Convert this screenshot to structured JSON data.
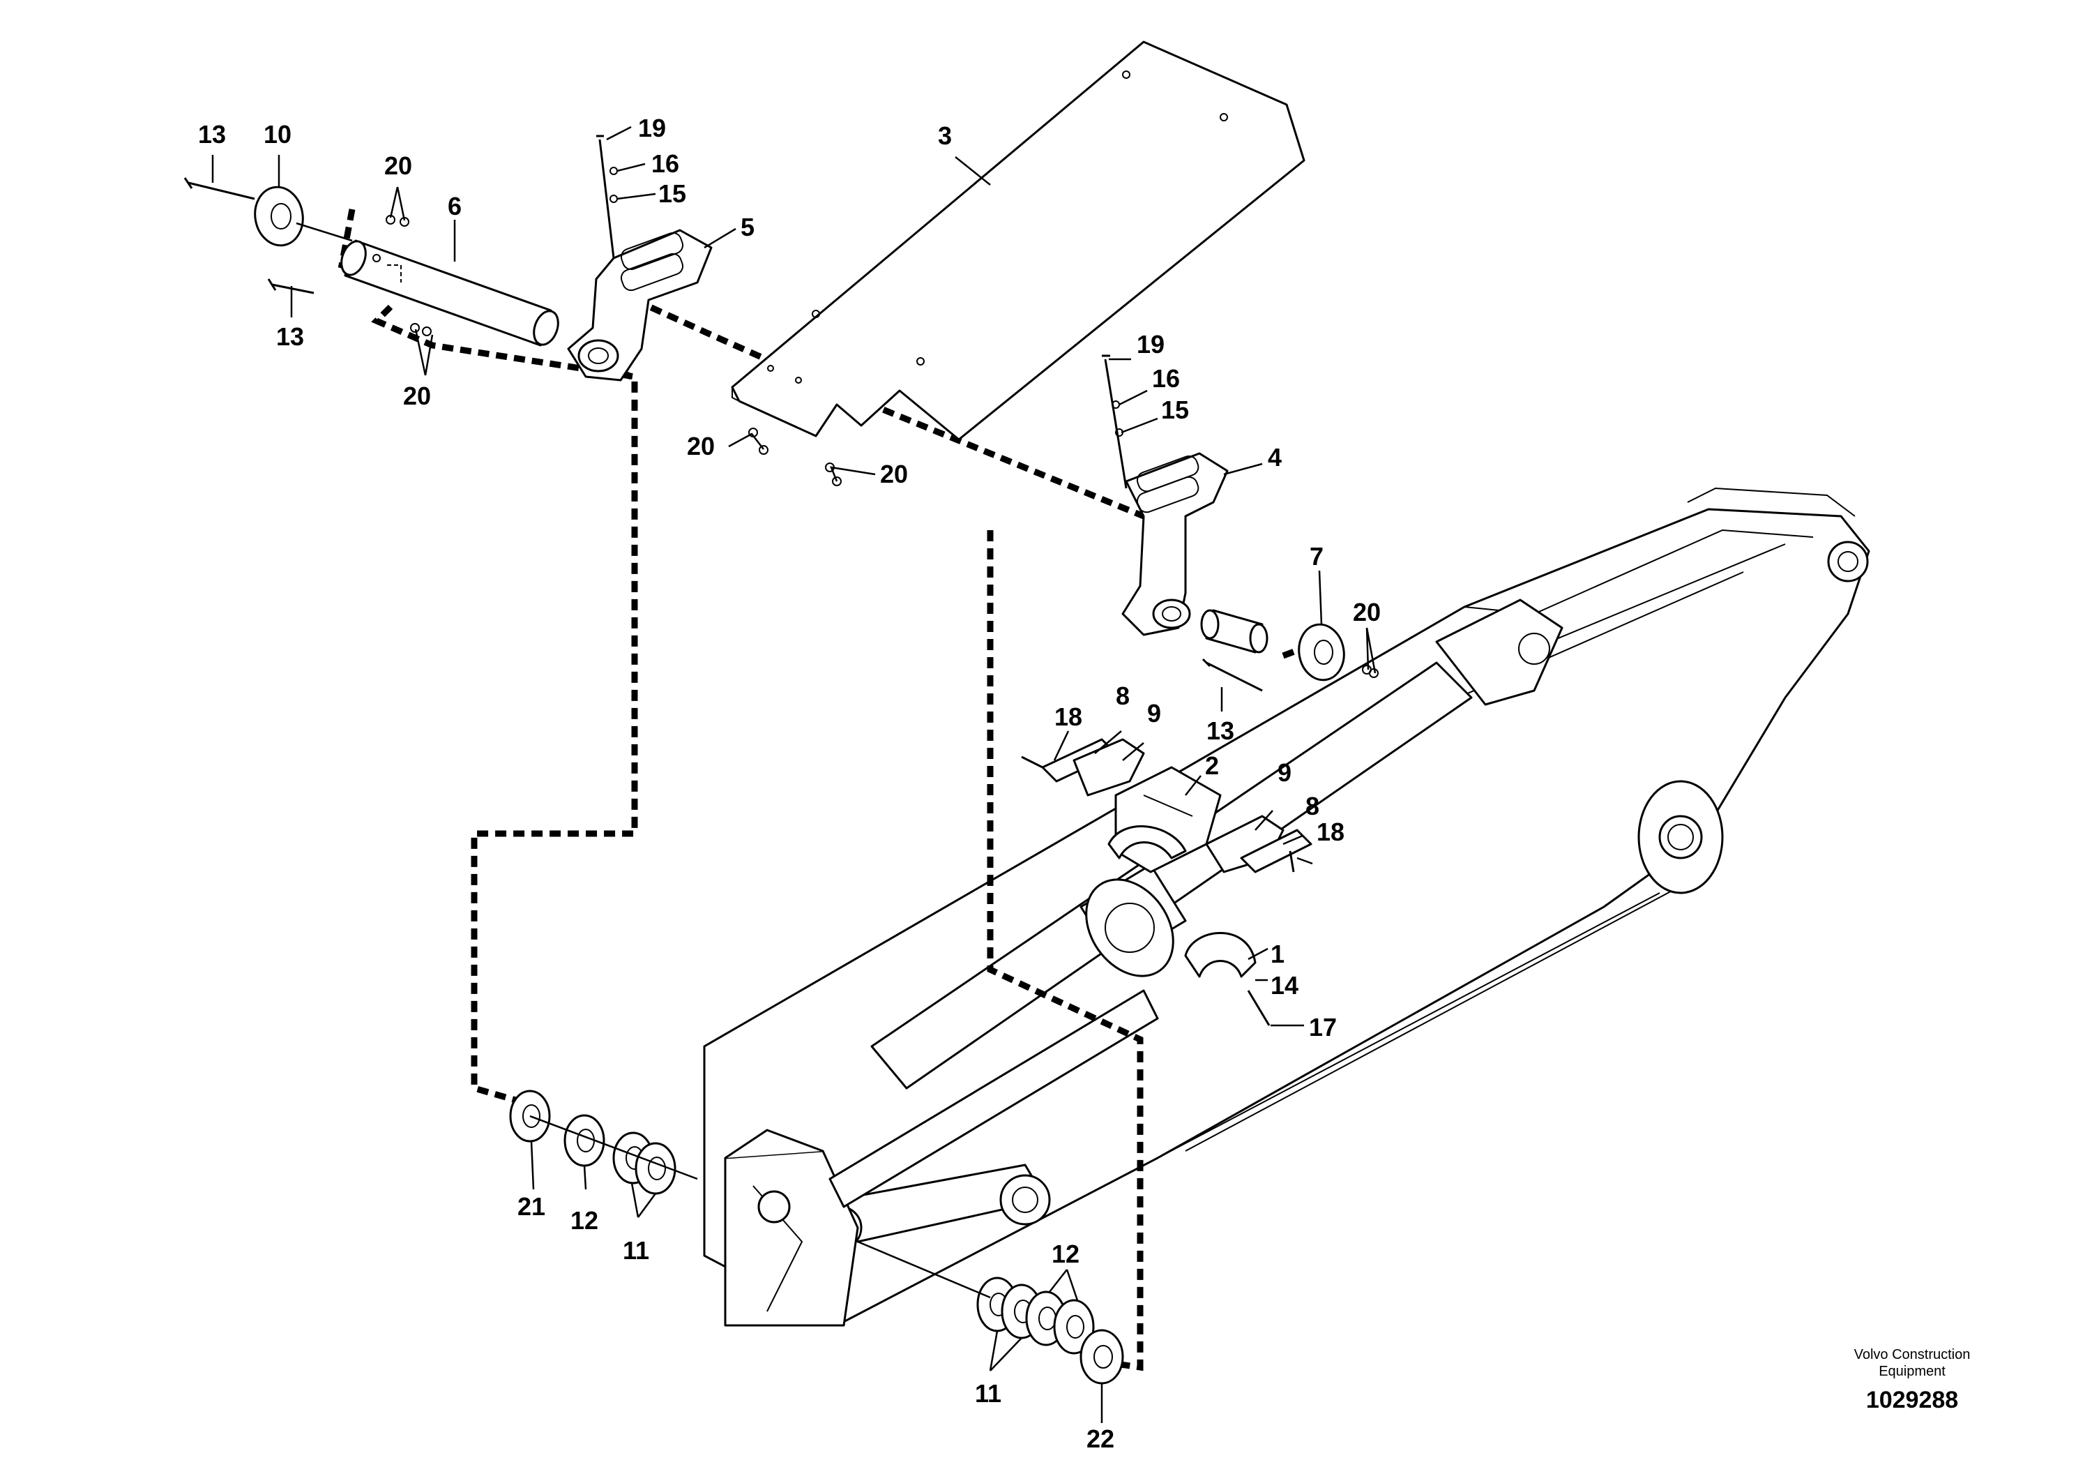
{
  "diagram": {
    "callouts": [
      {
        "id": "c13a",
        "text": "13"
      },
      {
        "id": "c10",
        "text": "10"
      },
      {
        "id": "c20a",
        "text": "20"
      },
      {
        "id": "c6",
        "text": "6"
      },
      {
        "id": "c13b",
        "text": "13"
      },
      {
        "id": "c20b",
        "text": "20"
      },
      {
        "id": "c19a",
        "text": "19"
      },
      {
        "id": "c16a",
        "text": "16"
      },
      {
        "id": "c15a",
        "text": "15"
      },
      {
        "id": "c5",
        "text": "5"
      },
      {
        "id": "c3",
        "text": "3"
      },
      {
        "id": "c20c",
        "text": "20"
      },
      {
        "id": "c20d",
        "text": "20"
      },
      {
        "id": "c19b",
        "text": "19"
      },
      {
        "id": "c16b",
        "text": "16"
      },
      {
        "id": "c15b",
        "text": "15"
      },
      {
        "id": "c4",
        "text": "4"
      },
      {
        "id": "c7",
        "text": "7"
      },
      {
        "id": "c20e",
        "text": "20"
      },
      {
        "id": "c13c",
        "text": "13"
      },
      {
        "id": "c18a",
        "text": "18"
      },
      {
        "id": "c8a",
        "text": "8"
      },
      {
        "id": "c9a",
        "text": "9"
      },
      {
        "id": "c2",
        "text": "2"
      },
      {
        "id": "c9b",
        "text": "9"
      },
      {
        "id": "c8b",
        "text": "8"
      },
      {
        "id": "c18b",
        "text": "18"
      },
      {
        "id": "c1",
        "text": "1"
      },
      {
        "id": "c14",
        "text": "14"
      },
      {
        "id": "c17",
        "text": "17"
      },
      {
        "id": "c21",
        "text": "21"
      },
      {
        "id": "c12a",
        "text": "12"
      },
      {
        "id": "c11a",
        "text": "11"
      },
      {
        "id": "c12b",
        "text": "12"
      },
      {
        "id": "c11b",
        "text": "11"
      },
      {
        "id": "c22",
        "text": "22"
      }
    ],
    "credit_line1": "Volvo Construction",
    "credit_line2": "Equipment",
    "drawing_number": "1029288"
  }
}
